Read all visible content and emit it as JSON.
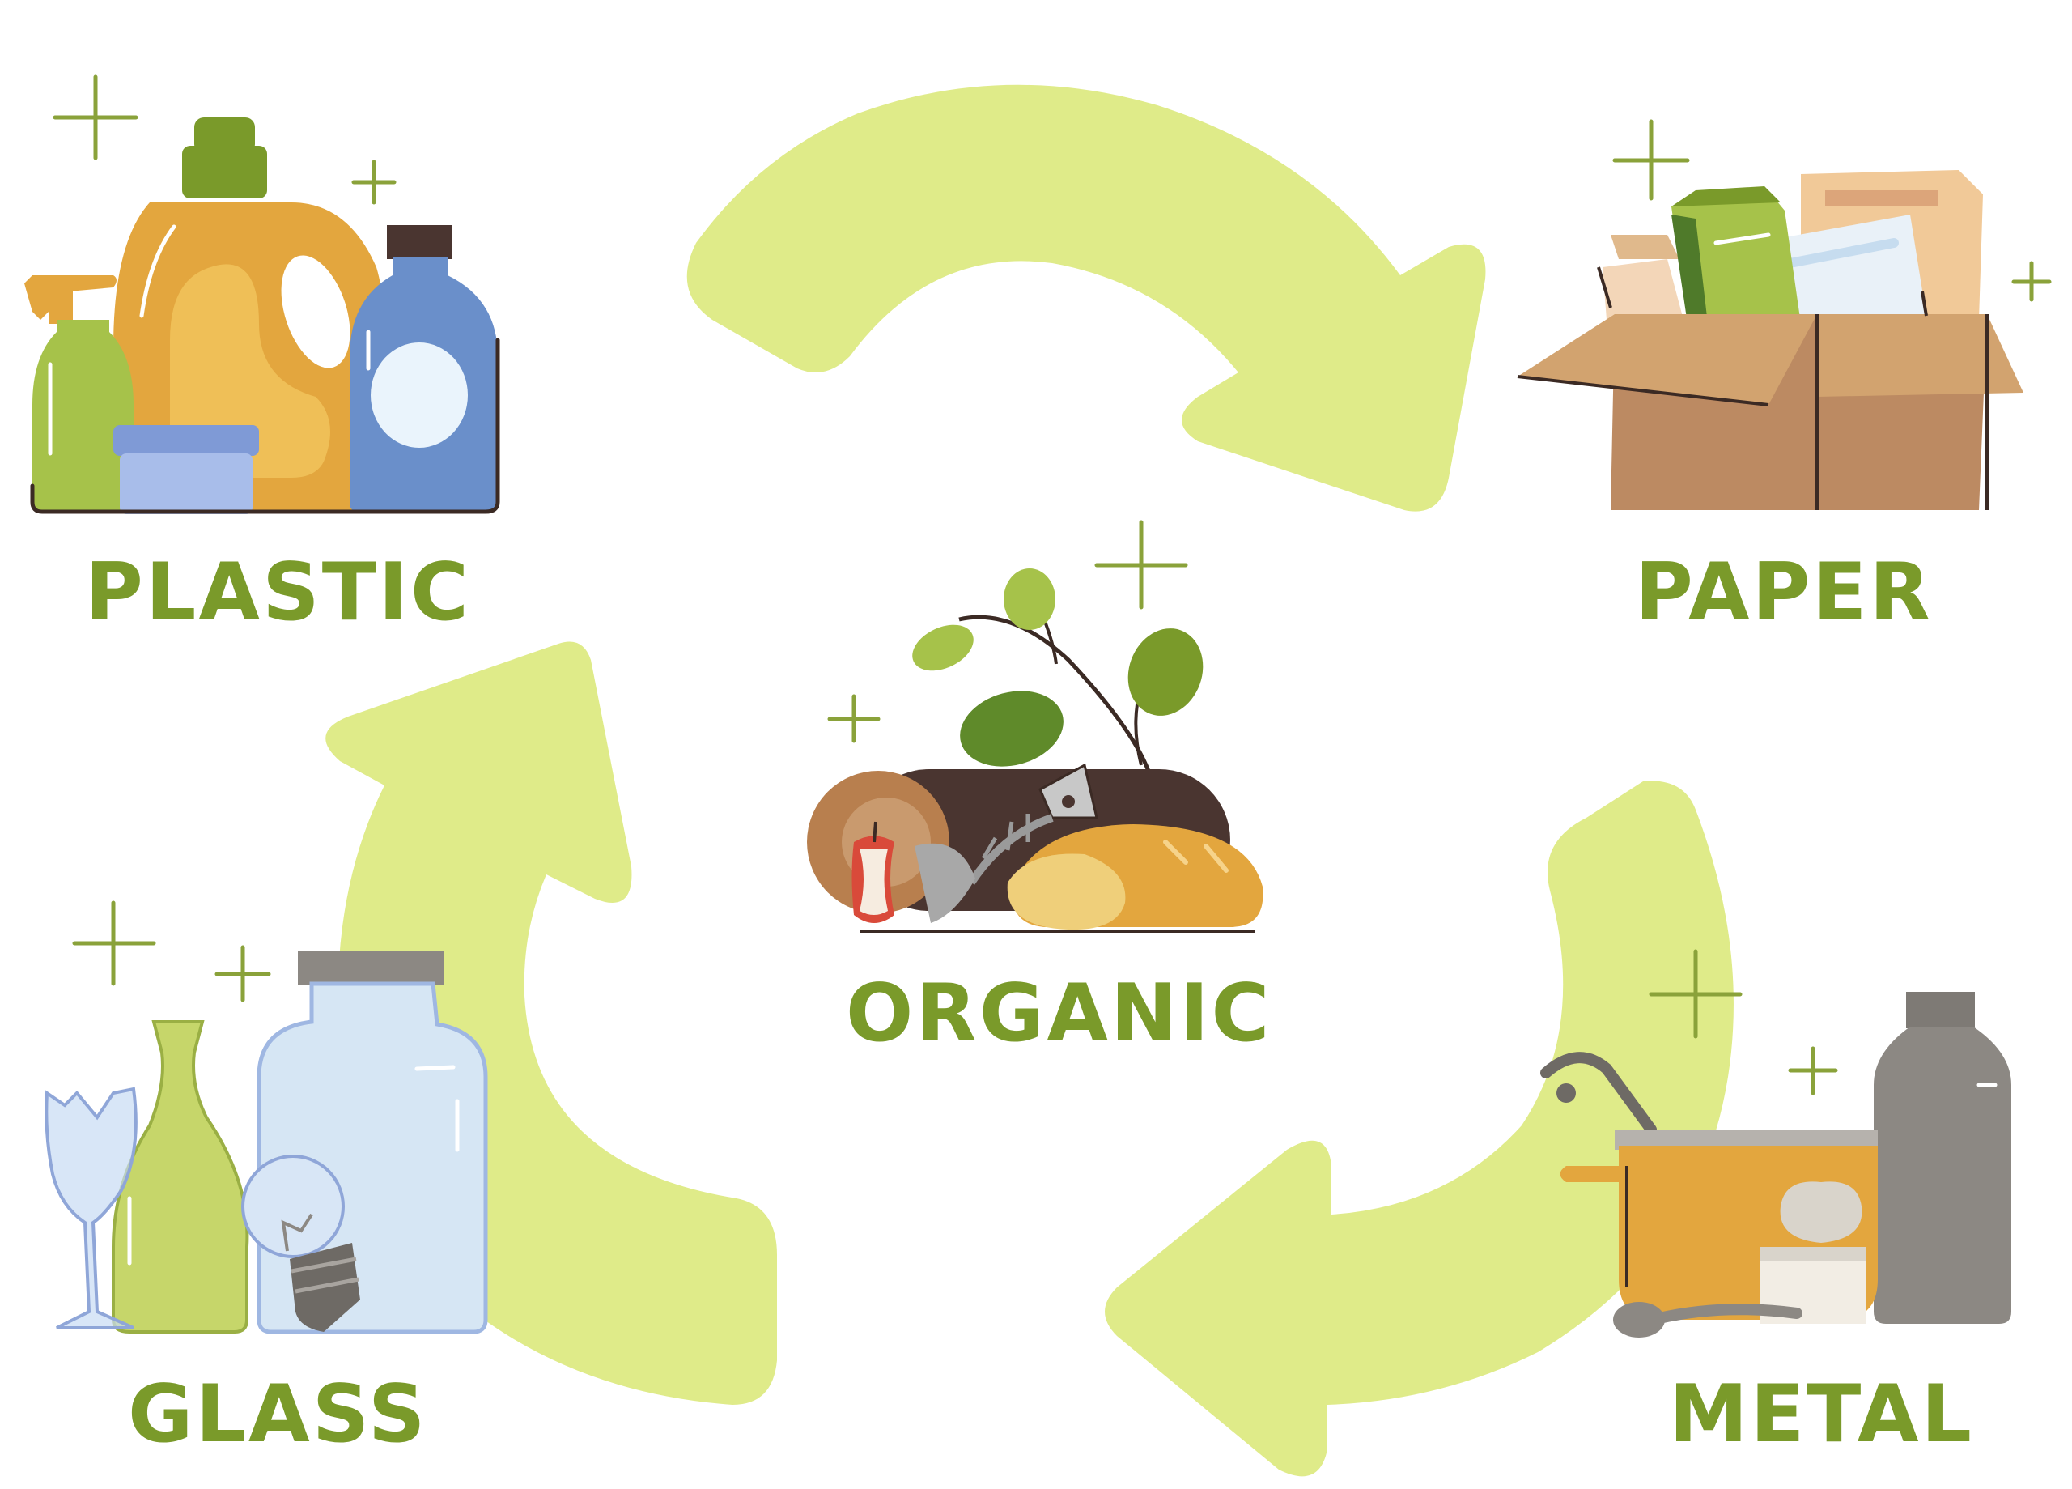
{
  "labels": {
    "plastic": "PLASTIC",
    "paper": "PAPER",
    "organic": "ORGANIC",
    "glass": "GLASS",
    "metal": "METAL"
  },
  "colors": {
    "arrow": "#dfeb89",
    "label": "#7a9a2a",
    "sparkle": "#8aa23a",
    "outline": "#3b2a24",
    "background": "#ffffff"
  },
  "icons": {
    "plastic": [
      "spray-bottle-icon",
      "detergent-jug-icon",
      "shampoo-bottle-icon",
      "food-container-icon"
    ],
    "paper": [
      "cardboard-box-icon",
      "paper-sheets-icon",
      "milk-carton-icon"
    ],
    "organic": [
      "log-icon",
      "apple-core-icon",
      "fish-bone-icon",
      "bread-icon",
      "sprout-icon"
    ],
    "glass": [
      "broken-wine-glass-icon",
      "glass-bottle-icon",
      "glass-jar-icon",
      "light-bulb-icon"
    ],
    "metal": [
      "cooking-pot-icon",
      "spoon-icon",
      "tin-can-icon",
      "metal-bottle-icon"
    ],
    "cycle": [
      "recycle-arrow-icon"
    ]
  }
}
